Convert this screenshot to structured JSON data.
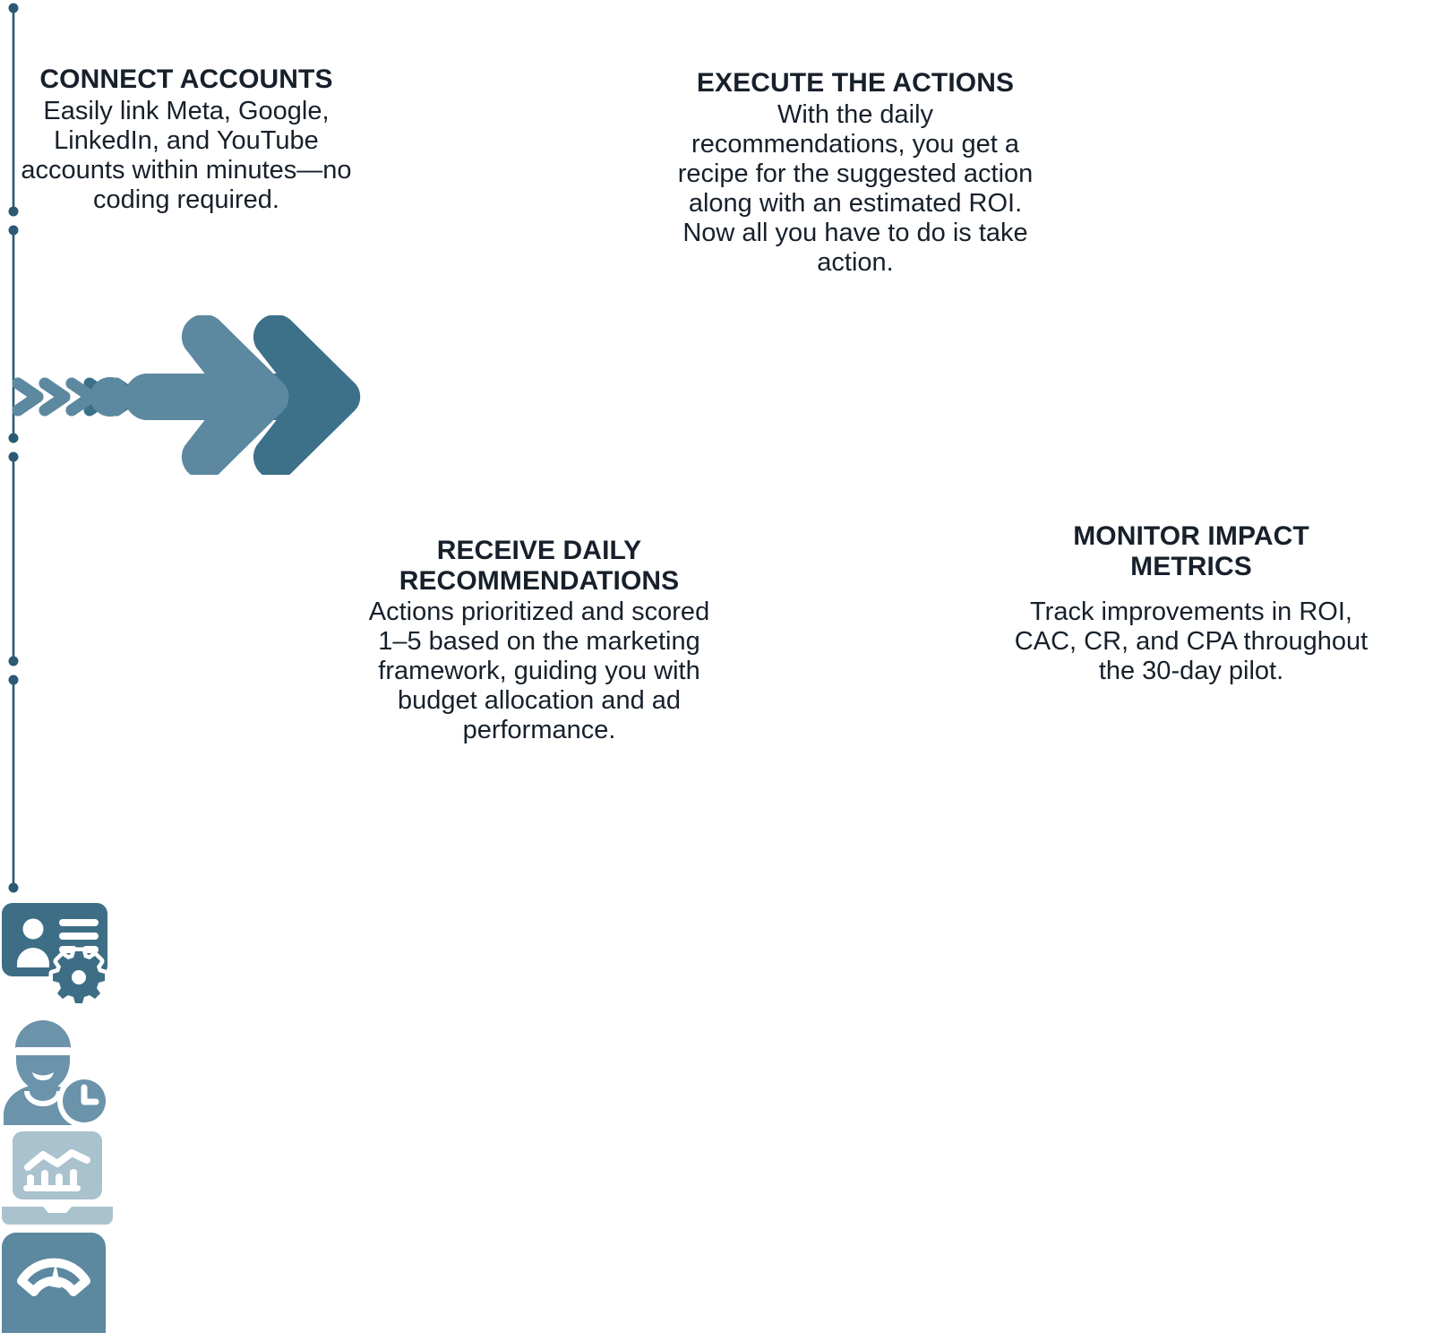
{
  "page": {
    "title": "Four-step process infographic",
    "background": "#ffffff",
    "text_color": "#17202b"
  },
  "palette": {
    "step1": "#3d7089",
    "step2": "#6b93aa",
    "step3": "#aac2ce",
    "step4": "#5c88a0",
    "icon_dark": "#3d6e85",
    "connector": "#2a5a74"
  },
  "steps": [
    {
      "index": 1,
      "title": "CONNECT ACCOUNTS",
      "body": "Easily link Meta, Google, LinkedIn, and YouTube accounts within minutes—no coding required.",
      "text_position": "top",
      "arrow_color": "#3d7089",
      "icon": "id-card-gear-icon",
      "icon_position": "bottom",
      "icon_color": "#3d6e85"
    },
    {
      "index": 2,
      "title": "RECEIVE DAILY RECOMMENDATIONS",
      "body": "Actions prioritized and scored 1–5 based on the marketing framework, guiding you with budget allocation and ad performance.",
      "text_position": "bottom",
      "arrow_color": "#6b93aa",
      "icon": "person-clock-icon",
      "icon_position": "top",
      "icon_color": "#6b93aa"
    },
    {
      "index": 3,
      "title": "EXECUTE THE ACTIONS",
      "body": "With the daily recommendations, you get a recipe for the suggested action along with an estimated ROI. Now all you have to do is take action.",
      "text_position": "top",
      "arrow_color": "#aac2ce",
      "icon": "laptop-chart-icon",
      "icon_position": "bottom",
      "icon_color": "#aac2ce"
    },
    {
      "index": 4,
      "title": "MONITOR IMPACT METRICS",
      "body": "Track improvements in ROI, CAC, CR, and CPA throughout the 30-day pilot.",
      "text_position": "bottom",
      "arrow_color": "#5c88a0",
      "icon": "weight-scale-icon",
      "icon_position": "top",
      "icon_color": "#5c88a0"
    }
  ]
}
